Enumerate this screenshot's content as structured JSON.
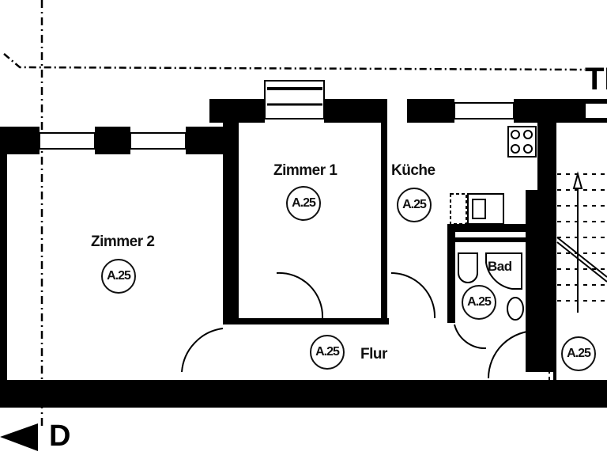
{
  "rooms": {
    "zimmer2": {
      "name": "Zimmer 2",
      "tag": "A.25"
    },
    "zimmer1": {
      "name": "Zimmer 1",
      "tag": "A.25"
    },
    "kueche": {
      "name": "Küche",
      "tag": "A.25"
    },
    "bad": {
      "name": "Bad",
      "tag": "A.25"
    },
    "flur": {
      "name": "Flur",
      "tag": "A.25"
    },
    "stair": {
      "tag": "A.25"
    }
  },
  "section_marker": "D",
  "corner_text": "TH"
}
